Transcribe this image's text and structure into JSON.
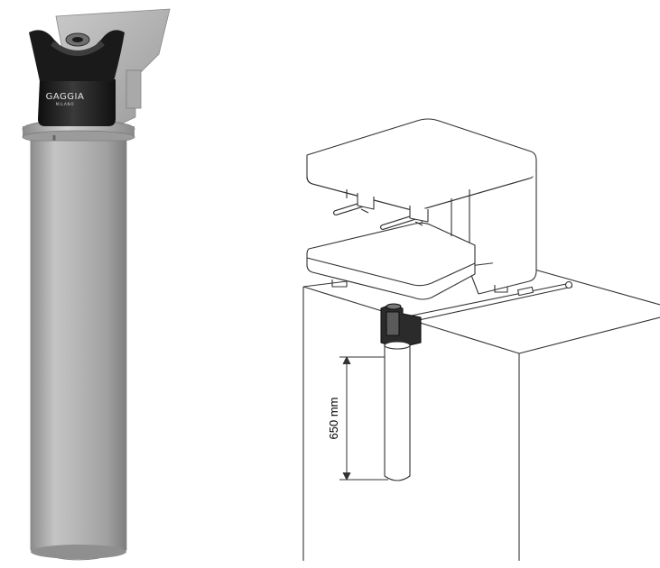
{
  "product": {
    "brand_logo": "GAGGIA",
    "brand_sub": "MILANO"
  },
  "diagram": {
    "dimension_label": "650 mm"
  },
  "colors": {
    "cartridge_body": "#a8a8a8",
    "filter_head": "#1d1d1d",
    "line_art": "#333333",
    "background": "#ffffff"
  }
}
